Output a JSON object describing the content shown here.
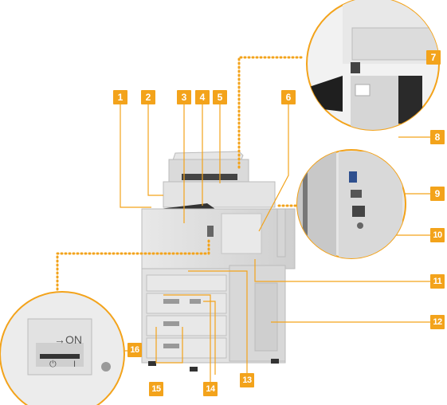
{
  "title": "",
  "callouts": [
    {
      "num": "1"
    },
    {
      "num": "2"
    },
    {
      "num": "3"
    },
    {
      "num": "4"
    },
    {
      "num": "5"
    },
    {
      "num": "6"
    },
    {
      "num": "7"
    },
    {
      "num": "8"
    },
    {
      "num": "9"
    },
    {
      "num": "10"
    },
    {
      "num": "11"
    },
    {
      "num": "12"
    },
    {
      "num": "13"
    },
    {
      "num": "14"
    },
    {
      "num": "15"
    },
    {
      "num": "16"
    }
  ],
  "zoom_power": {
    "on_label": "→ON",
    "off_symbol": "⏻",
    "on_symbol": "I"
  },
  "colors": {
    "accent": "#f3a31b",
    "leader": "#f3a31b",
    "dots": "#f3a31b"
  }
}
